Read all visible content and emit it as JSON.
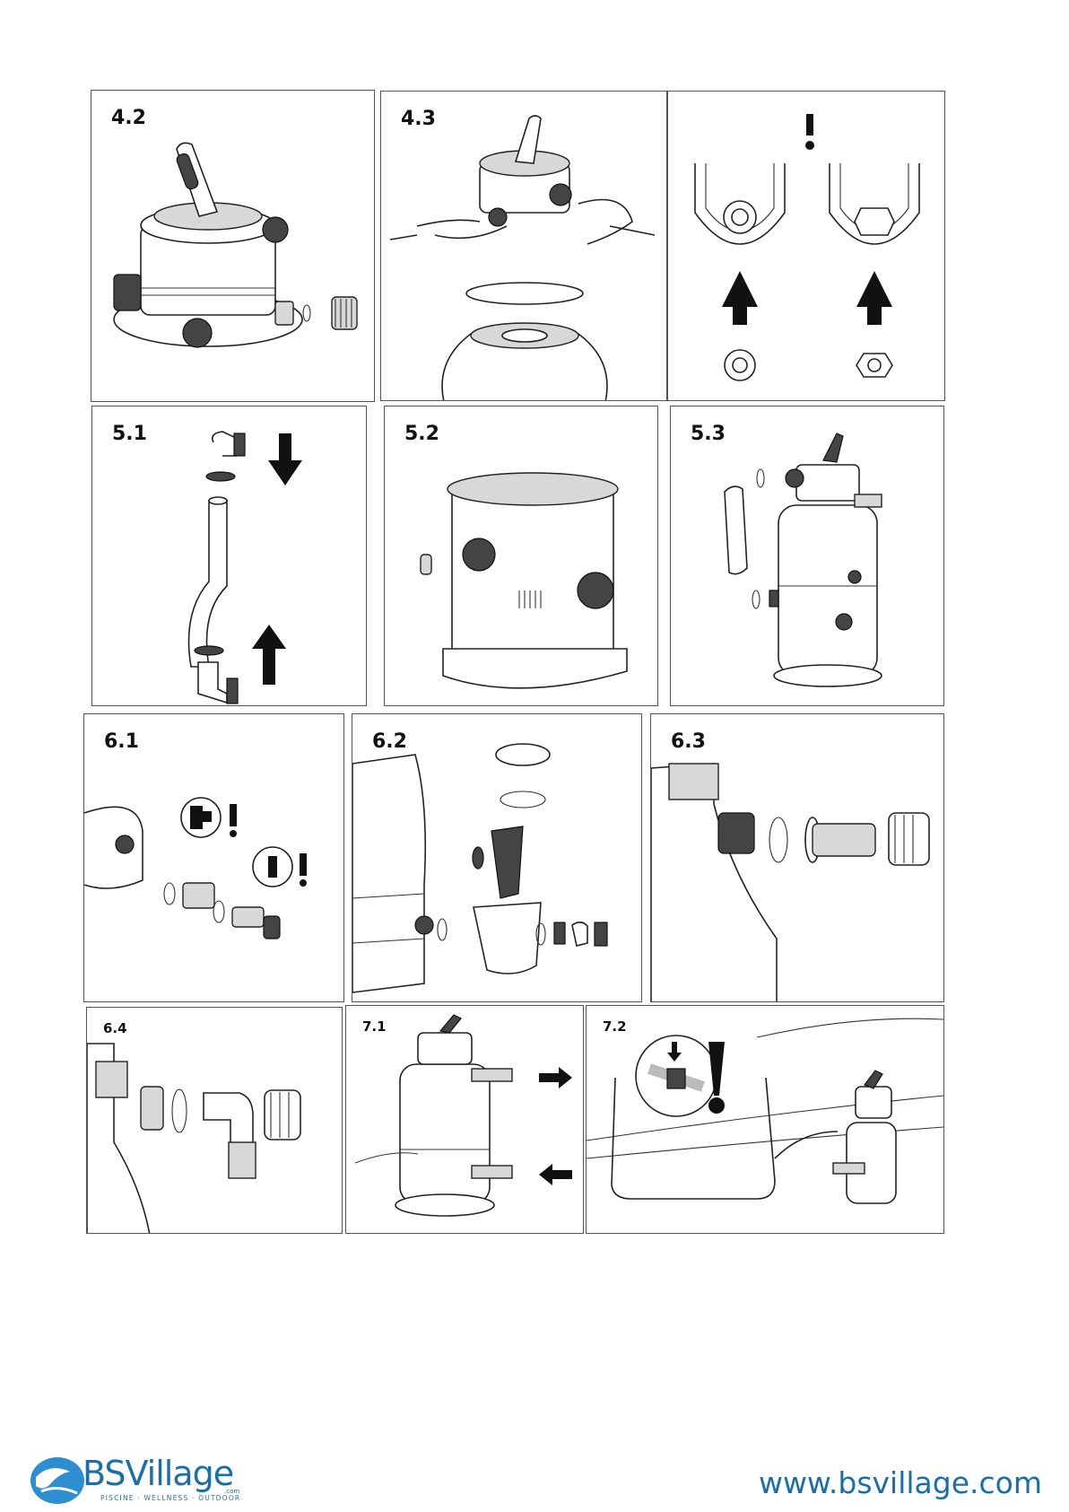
{
  "panels": {
    "p42": "4.2",
    "p43": "4.3",
    "p51": "5.1",
    "p52": "5.2",
    "p53": "5.3",
    "p61": "6.1",
    "p62": "6.2",
    "p63": "6.3",
    "p64": "6.4",
    "p71": "7.1",
    "p72": "7.2"
  },
  "footer": {
    "logo_text": "BSVillage",
    "logo_com": ".com",
    "tagline": "PISCINE · WELLNESS · OUTDOOR",
    "website": "www.bsvillage.com"
  },
  "colors": {
    "brand": "#1a6fa8"
  },
  "icons": [
    "warning-exclamation-icon",
    "arrow-up-icon",
    "arrow-down-icon",
    "arrow-right-icon",
    "arrow-left-icon"
  ]
}
